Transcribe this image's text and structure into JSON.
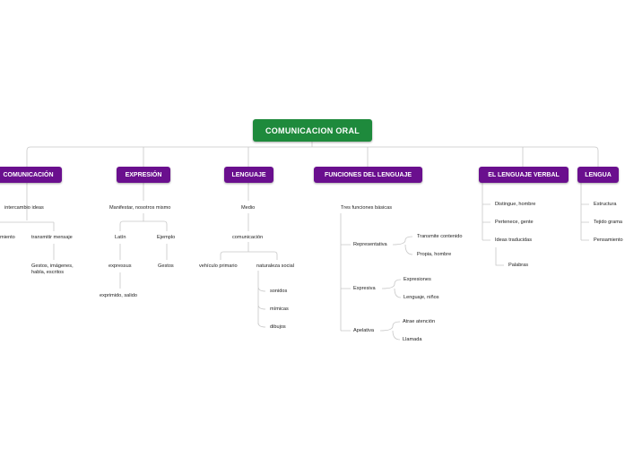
{
  "root": "COMUNICACION ORAL",
  "branches": {
    "comunicacion": {
      "label": "COMUNICACIÓN",
      "sub": "intercambio ideas",
      "left_item": "miento",
      "right_item": "transmitir mensaje",
      "detail": "Gestos, imágenes, habla, escritos"
    },
    "expresion": {
      "label": "EXPRESIÓN",
      "sub": "Manifestar, nosotros mismo",
      "latin": "Latín",
      "latin_child": "expressus",
      "latin_grandchild": "exprimido, salido",
      "ejemplo": "Ejemplo",
      "ejemplo_child": "Gestos"
    },
    "lenguaje": {
      "label": "LENGUAJE",
      "sub": "Medio",
      "sub2": "comunicación",
      "vehiculo": "vehículo primario",
      "naturaleza": "naturaleza social",
      "items": [
        "sonidos",
        "mímicas",
        "dibujos"
      ]
    },
    "funciones": {
      "label": "FUNCIONES DEL LENGUAJE",
      "sub": "Tres funciones básicas",
      "representativa": "Representativa",
      "rep_items": [
        "Transmite contenido",
        "Propia, hombre"
      ],
      "expresiva": "Expresiva",
      "exp_items": [
        "Expresiones",
        "Lenguaje, niños"
      ],
      "apelativa": "Apelativa",
      "ape_items": [
        "Atrae atención",
        "Llamada"
      ]
    },
    "verbal": {
      "label": "EL LENGUAJE VERBAL",
      "items": [
        "Distingue, hombre",
        "Pertenece, gente",
        "Ideas traducidas"
      ],
      "sub_item": "Palabras"
    },
    "lengua": {
      "label": "LENGUA",
      "items": [
        "Estructura",
        "Tejido grama",
        "Pensamiento"
      ]
    }
  },
  "colors": {
    "root": "#1e8a3c",
    "main": "#6a0f8e",
    "line": "#c8c8c8"
  }
}
